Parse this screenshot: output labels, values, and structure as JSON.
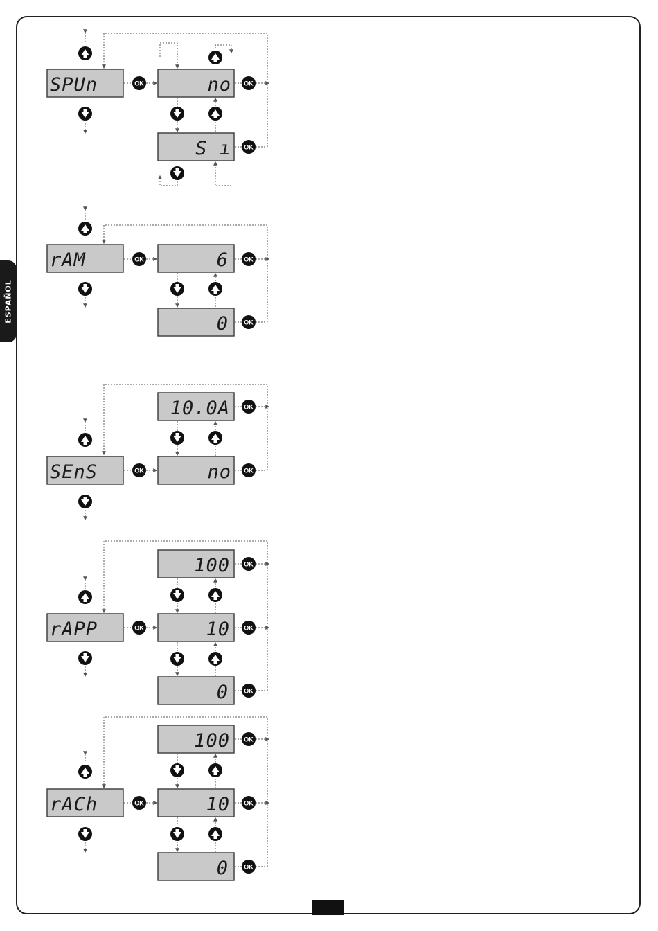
{
  "side_tab": {
    "label": "ESPAÑOL"
  },
  "ok_label": "OK",
  "colors": {
    "lcd": "#c9c9c9",
    "lcd_border": "#444444",
    "line": "#555555",
    "icon": "#111111"
  },
  "sections": [
    {
      "menu": "SPUn",
      "options": [
        "no",
        "S ı"
      ]
    },
    {
      "menu": "rAM",
      "options": [
        "6",
        "0"
      ]
    },
    {
      "menu": "SEnS",
      "options": [
        "10.0A",
        "no"
      ]
    },
    {
      "menu": "rAPP",
      "options": [
        "100",
        "10",
        "0"
      ]
    },
    {
      "menu": "rACh",
      "options": [
        "100",
        "10",
        "0"
      ]
    }
  ]
}
